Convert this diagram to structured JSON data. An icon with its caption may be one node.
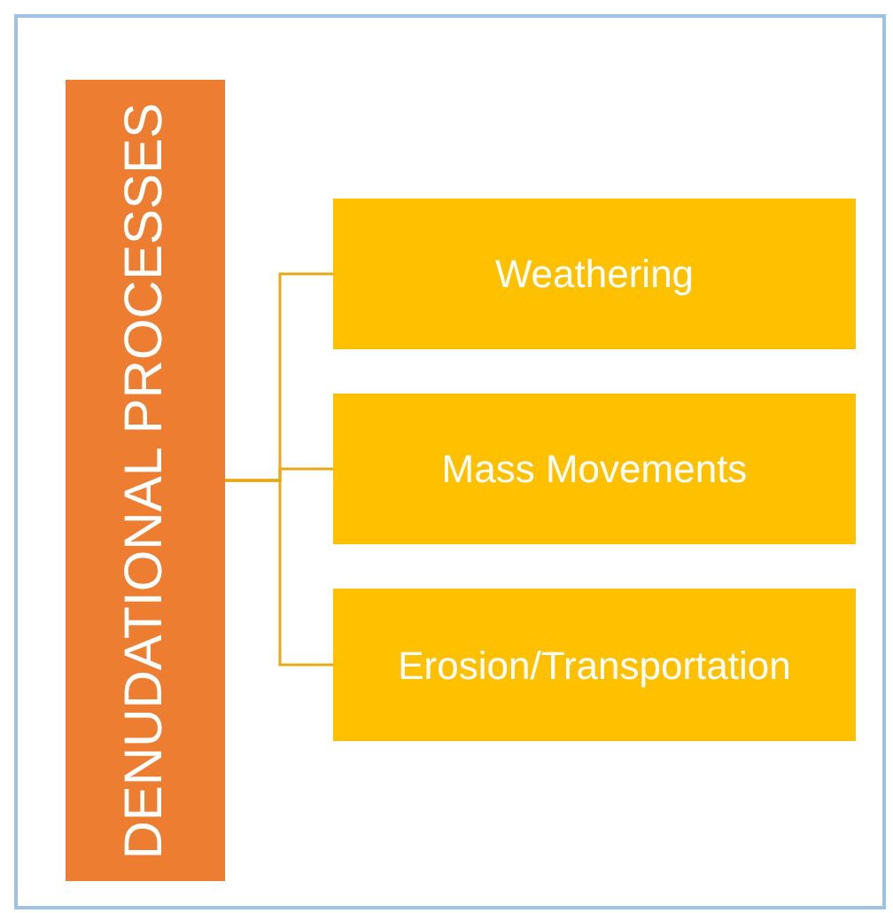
{
  "diagram": {
    "nodes": [
      {
        "text": [
          "DENUDATIONAL PROCESSES"
        ]
      },
      {
        "text": [
          "Weathering"
        ]
      },
      {
        "text": [
          "Mass Movements"
        ]
      },
      {
        "text": [
          "Erosion/Transportation"
        ]
      }
    ],
    "edges": [
      {
        "from": 0,
        "to": 1,
        "arrow": "none"
      },
      {
        "from": 0,
        "to": 2,
        "arrow": "none"
      },
      {
        "from": 0,
        "to": 3,
        "arrow": "none"
      }
    ]
  }
}
